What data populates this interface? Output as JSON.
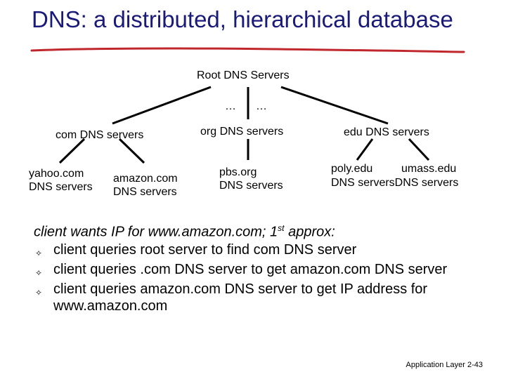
{
  "title": "DNS: a distributed, hierarchical database",
  "nodes": {
    "root": "Root DNS Servers",
    "ellipsis_left": "…",
    "ellipsis_right": "…",
    "com": "com DNS servers",
    "org": "org DNS servers",
    "edu": "edu DNS servers",
    "yahoo": [
      "yahoo.com",
      "DNS servers"
    ],
    "amazon": [
      "amazon.com",
      "DNS servers"
    ],
    "pbs": [
      "pbs.org",
      "DNS servers"
    ],
    "poly": "poly.edu",
    "umass": "umass.edu",
    "edu_bottom": "DNS serversDNS servers"
  },
  "approx": {
    "pre": "client wants IP for www.amazon.com; 1",
    "sup": "st",
    "post": " approx:"
  },
  "bullets": [
    "client queries root server to find com DNS server",
    "client queries .com DNS server to get amazon.com DNS server",
    "client queries amazon.com DNS server to get  IP address for www.amazon.com"
  ],
  "bullet_glyph": "✧",
  "footer": "Application Layer 2-43",
  "colors": {
    "title": "#1a1a78",
    "underline": "#c0272d"
  }
}
